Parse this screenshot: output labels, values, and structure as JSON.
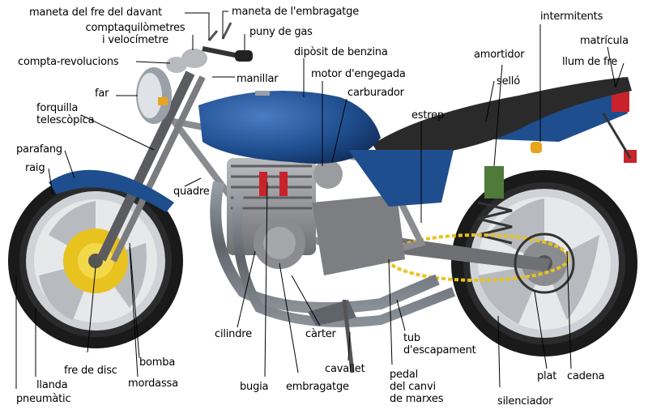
{
  "diagram": {
    "labels": [
      {
        "id": "maneta-fre",
        "text": "maneta del fre del davant"
      },
      {
        "id": "maneta-embragatge",
        "text": "maneta de l'embragatge"
      },
      {
        "id": "comptaquilometres",
        "text": "comptaquilòmetres\ni velocímetre"
      },
      {
        "id": "puny-gas",
        "text": "puny de gas"
      },
      {
        "id": "compta-revolucions",
        "text": "compta-revolucions"
      },
      {
        "id": "diposit",
        "text": "dipòsit de benzina"
      },
      {
        "id": "intermitents",
        "text": "intermitents"
      },
      {
        "id": "matricula",
        "text": "matrícula"
      },
      {
        "id": "amortidor",
        "text": "amortidor"
      },
      {
        "id": "llum-fre",
        "text": "llum de fre"
      },
      {
        "id": "manillar",
        "text": "manillar"
      },
      {
        "id": "motor",
        "text": "motor d'engegada"
      },
      {
        "id": "far",
        "text": "far"
      },
      {
        "id": "sello",
        "text": "selló"
      },
      {
        "id": "carburador",
        "text": "carburador"
      },
      {
        "id": "forquilla",
        "text": "forquilla\ntelescòpica"
      },
      {
        "id": "estrep",
        "text": "estrep"
      },
      {
        "id": "parafang",
        "text": "parafang"
      },
      {
        "id": "raig",
        "text": "raig"
      },
      {
        "id": "quadre",
        "text": "quadre"
      },
      {
        "id": "cilindre",
        "text": "cilindre"
      },
      {
        "id": "carter",
        "text": "càrter"
      },
      {
        "id": "tub",
        "text": "tub\nd'escapament"
      },
      {
        "id": "cavallet",
        "text": "cavallet"
      },
      {
        "id": "bomba",
        "text": "bomba"
      },
      {
        "id": "fre-disc",
        "text": "fre de disc"
      },
      {
        "id": "pedal",
        "text": "pedal\ndel canvi\nde marxes"
      },
      {
        "id": "plat",
        "text": "plat"
      },
      {
        "id": "cadena",
        "text": "cadena"
      },
      {
        "id": "mordassa",
        "text": "mordassa"
      },
      {
        "id": "llanda",
        "text": "llanda"
      },
      {
        "id": "bugia",
        "text": "bugia"
      },
      {
        "id": "embragatge",
        "text": "embragatge"
      },
      {
        "id": "silenciador",
        "text": "silenciador"
      },
      {
        "id": "pneumatic",
        "text": "pneumàtic"
      }
    ]
  },
  "colors": {
    "body_blue": "#1f4e8f",
    "frame_grey": "#8a8c8f",
    "tire_black": "#1a1a1a",
    "disc_yellow": "#e8c21e",
    "tail_red": "#c8232c",
    "seat_black": "#2a2a2a"
  }
}
